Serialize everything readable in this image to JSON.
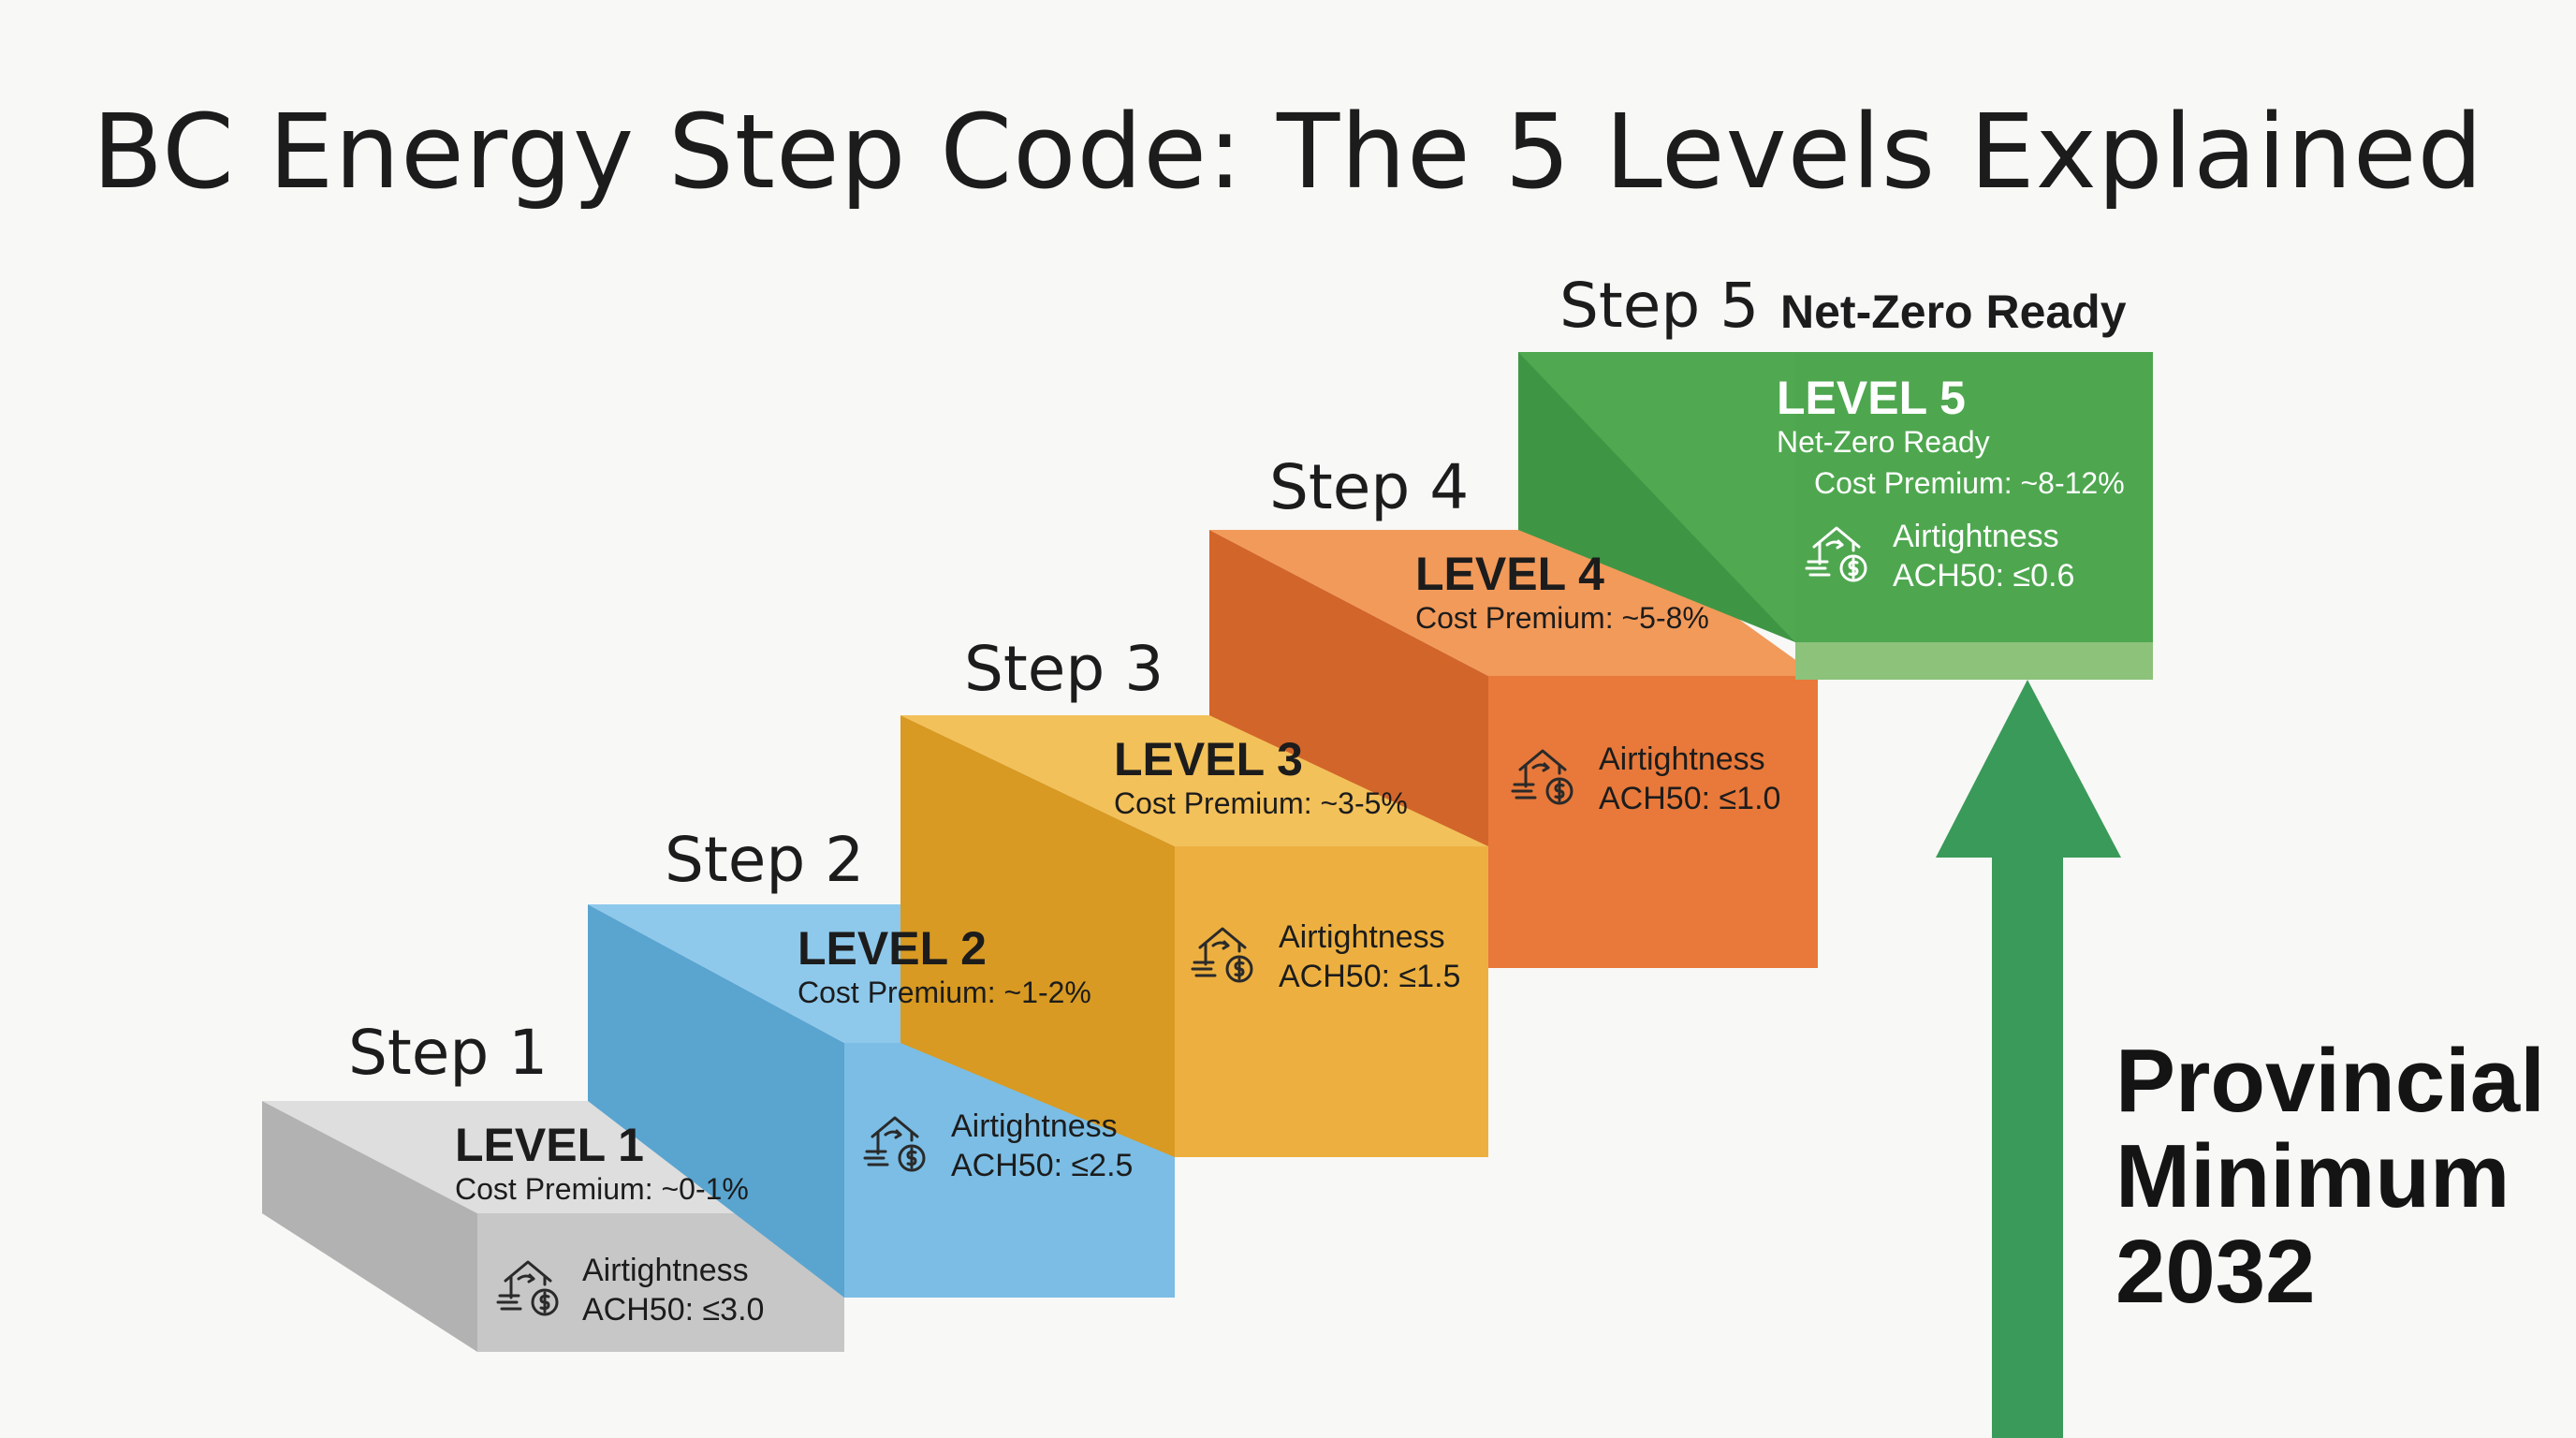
{
  "title": "BC Energy Step Code: The 5 Levels Explained",
  "steps": [
    {
      "step_label": "Step 1",
      "level": "LEVEL 1",
      "cost_premium": "Cost Premium: ~0-1%",
      "airtightness_label": "Airtightness",
      "ach50": "ACH50: ≤3.0",
      "colors": {
        "top": "#dedede",
        "front": "#c7c7c7",
        "side": "#b2b2b2"
      }
    },
    {
      "step_label": "Step 2",
      "level": "LEVEL 2",
      "cost_premium": "Cost Premium: ~1-2%",
      "airtightness_label": "Airtightness",
      "ach50": "ACH50: ≤2.5",
      "colors": {
        "top": "#8ec9ec",
        "front": "#7bbde5",
        "side": "#5aa5d0"
      }
    },
    {
      "step_label": "Step 3",
      "level": "LEVEL 3",
      "cost_premium": "Cost Premium: ~3-5%",
      "airtightness_label": "Airtightness",
      "ach50": "ACH50: ≤1.5",
      "colors": {
        "top": "#f3c15a",
        "front": "#edb040",
        "side": "#d89a22"
      }
    },
    {
      "step_label": "Step 4",
      "level": "LEVEL 4",
      "cost_premium": "Cost Premium: ~5-8%",
      "airtightness_label": "Airtightness",
      "ach50": "ACH50: ≤1.0",
      "colors": {
        "top": "#f29a5a",
        "front": "#e8793a",
        "side": "#d2652a"
      }
    },
    {
      "step_label": "Step 5",
      "step_suffix": "Net-Zero Ready",
      "level": "LEVEL 5",
      "subtitle": "Net-Zero Ready",
      "cost_premium": "Cost Premium: ~8-12%",
      "airtightness_label": "Airtightness",
      "ach50": "ACH50: ≤0.6",
      "colors": {
        "top": "#52aa52",
        "front": "#4ea74f",
        "side": "#3e9645",
        "base": "#8cc27a"
      }
    }
  ],
  "arrow_color": "#3a9a59",
  "provincial_minimum": {
    "line1": "Provincial",
    "line2": "Minimum",
    "line3": "2032"
  },
  "icon_name": "house-airtightness-cost-icon"
}
